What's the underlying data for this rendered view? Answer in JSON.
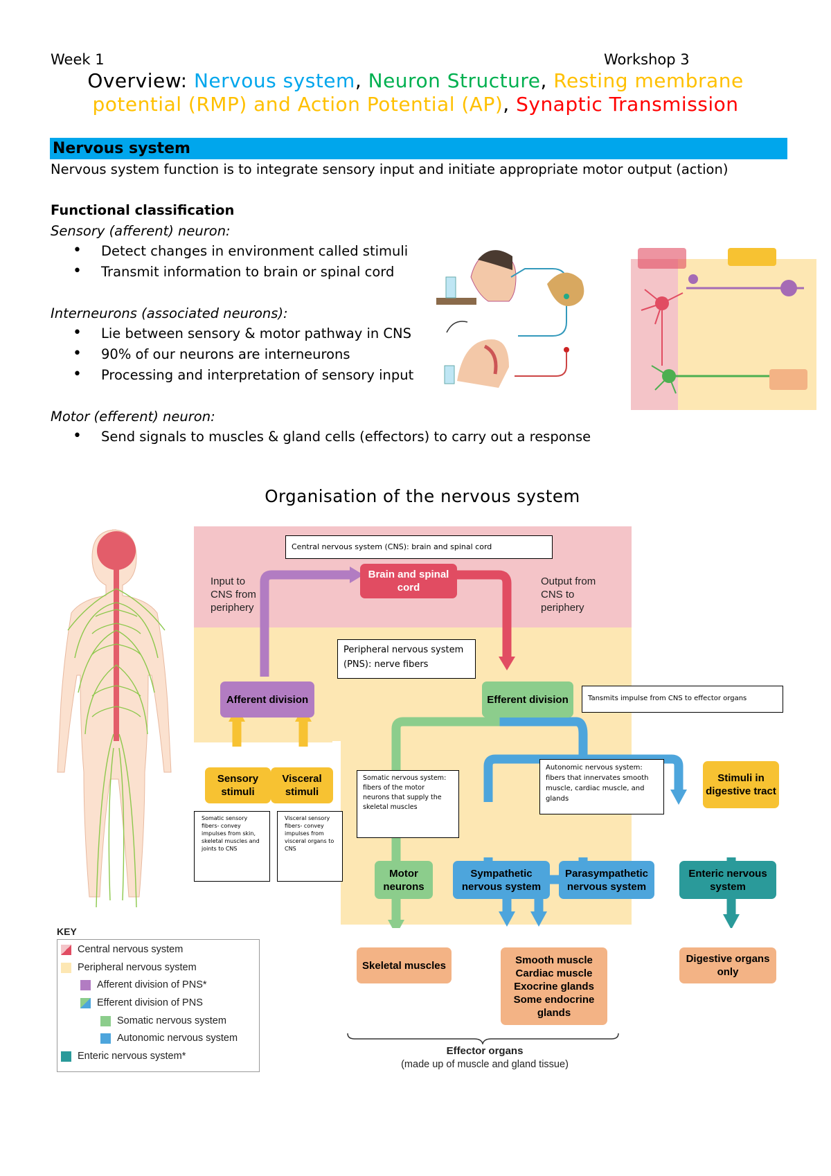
{
  "header": {
    "week": "Week 1",
    "workshop": "Workshop 3",
    "overview_prefix": "Overview: ",
    "topics": [
      {
        "text": "Nervous system",
        "color": "#00a6ec"
      },
      {
        "text": "Neuron Structure",
        "color": "#00b050"
      },
      {
        "text": "Resting membrane potential (RMP) and Action Potential (AP)",
        "color": "#ffc000"
      },
      {
        "text": "Synaptic Transmission",
        "color": "#ff0000"
      }
    ]
  },
  "section": {
    "title": "Nervous system",
    "bar_color": "#00a6ec",
    "intro": "Nervous system function is to integrate sensory input and initiate appropriate motor output (action)"
  },
  "functional": {
    "heading": "Functional classification",
    "sensory_heading": "Sensory (afferent) neuron:",
    "sensory_items": [
      "Detect changes in environment called stimuli",
      "Transmit information to brain or spinal cord"
    ],
    "inter_heading": "Interneurons (associated neurons):",
    "inter_items": [
      "Lie between sensory & motor pathway in CNS",
      "90% of our neurons are interneurons",
      "Processing and interpretation of sensory input"
    ],
    "motor_heading": "Motor (efferent) neuron:",
    "motor_items": [
      "Send signals to muscles & gland cells (effectors) to carry out a response"
    ]
  },
  "diagram": {
    "title": "Organisation of the nervous system",
    "cns_note": "Central nervous system (CNS): brain and spinal cord",
    "brain": "Brain and spinal cord",
    "input_label": "Input to CNS from periphery",
    "output_label": "Output from CNS to periphery",
    "pns_note": "Peripheral nervous system (PNS): nerve fibers",
    "afferent": "Afferent division",
    "efferent": "Efferent division",
    "efferent_note": "Tansmits impulse from CNS to effector organs",
    "sensory_stimuli": "Sensory stimuli",
    "visceral_stimuli": "Visceral stimuli",
    "somatic_sensory_note": "Somatic sensory fibers- convey impulses from skin, skeletal muscles and joints to CNS",
    "visceral_sensory_note": "Visceral sensory fibers- convey impulses from visceral organs to CNS",
    "somatic_note": "Somatic nervous system: fibers of the motor neurons that supply the skeletal muscles",
    "autonomic_note": "Autonomic nervous system: fibers that innervates smooth muscle, cardiac muscle, and glands",
    "stimuli_digestive": "Stimuli in digestive tract",
    "motor_neurons": "Motor neurons",
    "sympathetic": "Sympathetic nervous system",
    "parasympathetic": "Parasympathetic nervous system",
    "enteric": "Enteric nervous system",
    "skeletal": "Skeletal muscles",
    "smooth": [
      "Smooth muscle",
      "Cardiac muscle",
      "Exocrine glands",
      "Some endocrine",
      "glands"
    ],
    "digestive_organs": "Digestive organs only",
    "effector_title": "Effector organs",
    "effector_sub": "(made up of muscle and gland tissue)"
  },
  "key": {
    "title": "KEY",
    "items": [
      "Central nervous system",
      "Peripheral nervous system",
      "Afferent division of PNS*",
      "Efferent division of PNS",
      "Somatic nervous system",
      "Autonomic nervous system",
      "Enteric nervous system*"
    ]
  },
  "colors": {
    "cns_bg": "#f4c4c8",
    "pns_bg": "#fde7b3",
    "cns": "#e14c62",
    "afferent": "#b27cc2",
    "somatic": "#8ccd8c",
    "autonomic": "#4da5dc",
    "enteric": "#2a9a9a",
    "effector": "#f3b385",
    "stimuli": "#f7c232"
  }
}
